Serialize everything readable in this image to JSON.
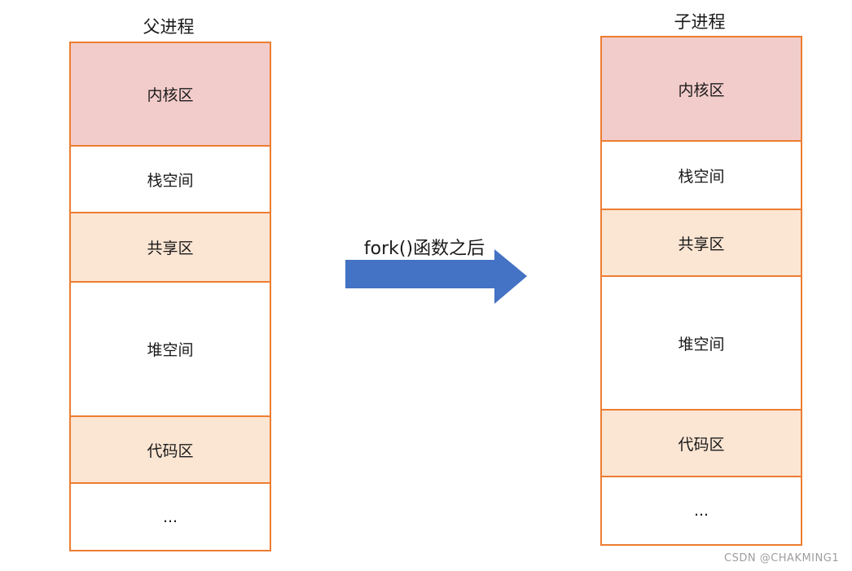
{
  "colors": {
    "border_orange": "#ED7D31",
    "kernel_pink": "#F2CCCB",
    "section_peach": "#FBE5D3",
    "arrow_blue": "#4472C4",
    "text_black": "#1A1A1A",
    "watermark_gray": "#9E9E9E"
  },
  "parent": {
    "title": "父进程",
    "sections": [
      {
        "label": "内核区"
      },
      {
        "label": "栈空间"
      },
      {
        "label": "共享区"
      },
      {
        "label": "堆空间"
      },
      {
        "label": "代码区"
      },
      {
        "label": "..."
      }
    ]
  },
  "child": {
    "title": "子进程",
    "sections": [
      {
        "label": "内核区"
      },
      {
        "label": "栈空间"
      },
      {
        "label": "共享区"
      },
      {
        "label": "堆空间"
      },
      {
        "label": "代码区"
      },
      {
        "label": "..."
      }
    ]
  },
  "arrow": {
    "label": "fork()函数之后"
  },
  "watermark": "CSDN @CHAKMING1"
}
